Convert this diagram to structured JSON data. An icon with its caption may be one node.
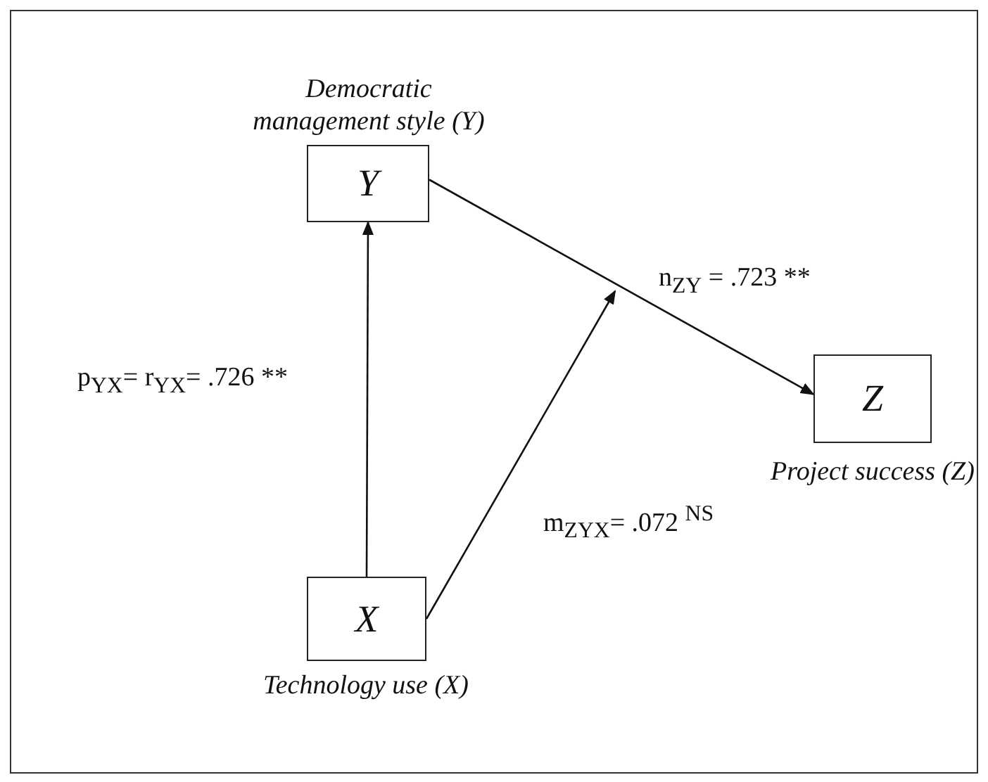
{
  "diagram": {
    "nodes": [
      {
        "text": [
          "Democratic management style (Y)",
          "Y"
        ]
      },
      {
        "text": [
          "Z",
          "Project success (Z)"
        ]
      },
      {
        "text": [
          "X",
          "Technology use (X)"
        ]
      }
    ],
    "edges": [
      {
        "from": 2,
        "to": 0,
        "arrow": "to",
        "label": "p$_{YX}$= r$_{YX}$= .726 **"
      },
      {
        "from": 0,
        "to": 1,
        "arrow": "to",
        "label": "n$_{ZY}$ = .723 **"
      },
      {
        "from": 2,
        "to": null,
        "arrow": "to",
        "label": "m$_{ZYX}$= .072 $^{NS}$"
      }
    ]
  }
}
